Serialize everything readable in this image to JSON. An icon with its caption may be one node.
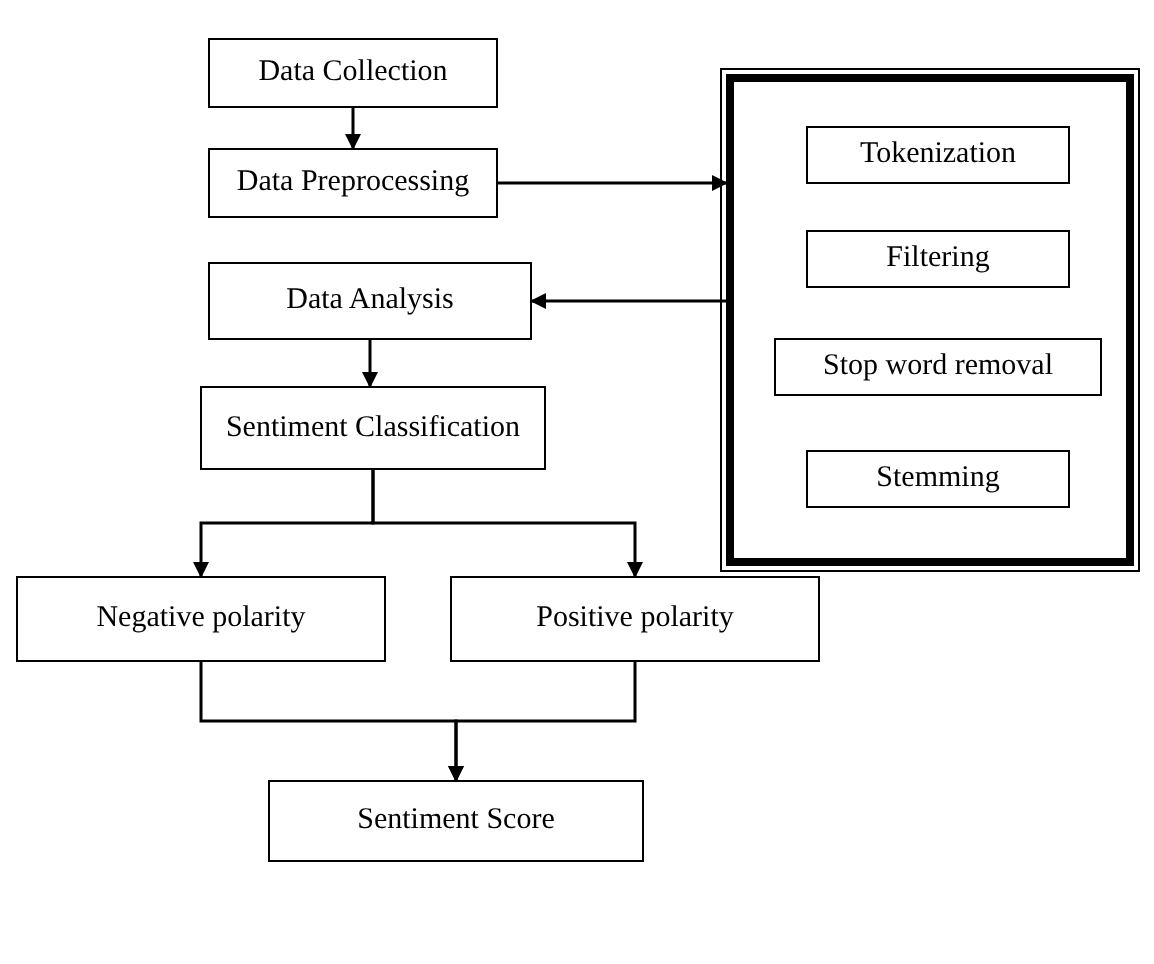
{
  "diagram": {
    "nodes": [
      {
        "text": [
          "Data Collection"
        ]
      },
      {
        "text": [
          "Data Preprocessing"
        ]
      },
      {
        "text": [],
        "shape": "box"
      },
      {
        "text": [
          "Tokenization"
        ],
        "in": 2
      },
      {
        "text": [
          "Filtering"
        ],
        "in": 2
      },
      {
        "text": [
          "Stop word removal"
        ],
        "in": 2
      },
      {
        "text": [
          "Stemming"
        ],
        "in": 2
      },
      {
        "text": [
          "Data Analysis"
        ]
      },
      {
        "text": [
          "Sentiment Classification"
        ]
      },
      {
        "text": [
          "Negative polarity"
        ]
      },
      {
        "text": [
          "Positive polarity"
        ]
      },
      {
        "text": [
          "Sentiment Score"
        ]
      }
    ],
    "edges": [
      {
        "from": 0,
        "to": 1,
        "arrow": "to"
      },
      {
        "from": 1,
        "to": 2,
        "arrow": "to"
      },
      {
        "from": 2,
        "to": 7,
        "arrow": "to"
      },
      {
        "from": 7,
        "to": 8,
        "arrow": "to"
      },
      {
        "from": 8,
        "to": 9,
        "arrow": "to"
      },
      {
        "from": 8,
        "to": 10,
        "arrow": "to"
      },
      {
        "from": 9,
        "to": 11,
        "arrow": "to"
      },
      {
        "from": 10,
        "to": 11,
        "arrow": "to"
      }
    ]
  }
}
